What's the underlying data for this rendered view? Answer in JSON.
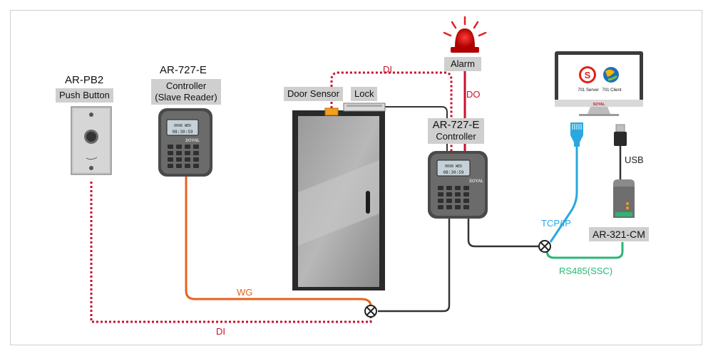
{
  "push_button": {
    "model": "AR-PB2",
    "tag": "Push Button"
  },
  "slave_reader": {
    "model": "AR-727-E",
    "tag_line1": "Controller",
    "tag_line2": "(Slave Reader)"
  },
  "door": {
    "sensor_tag": "Door Sensor",
    "lock_tag": "Lock"
  },
  "controller": {
    "model": "AR-727-E",
    "tag": "Controller",
    "brand": "SOYAL"
  },
  "alarm": {
    "tag": "Alarm"
  },
  "computer": {
    "app_server": "701 Server",
    "app_client": "701 Client",
    "brand": "SOYAL"
  },
  "converter": {
    "model": "AR-321-CM"
  },
  "wires": {
    "di_top": "DI",
    "do": "DO",
    "wg": "WG",
    "di_bottom": "DI",
    "tcpip": "TCP/IP",
    "usb": "USB",
    "rs485": "RS485(SSC)"
  },
  "colors": {
    "di": "#c8102e",
    "wg": "#e8621a",
    "tcpip": "#29a8df",
    "rs485": "#2bb673",
    "wire": "#333333",
    "tag_bg": "#cfcfcf"
  },
  "icons": [
    "push-button-icon",
    "keypad-reader-icon",
    "door-icon",
    "lock-icon",
    "door-sensor-icon",
    "alarm-light-icon",
    "monitor-icon",
    "rj45-plug-icon",
    "usb-plug-icon",
    "converter-icon",
    "junction-icon"
  ]
}
